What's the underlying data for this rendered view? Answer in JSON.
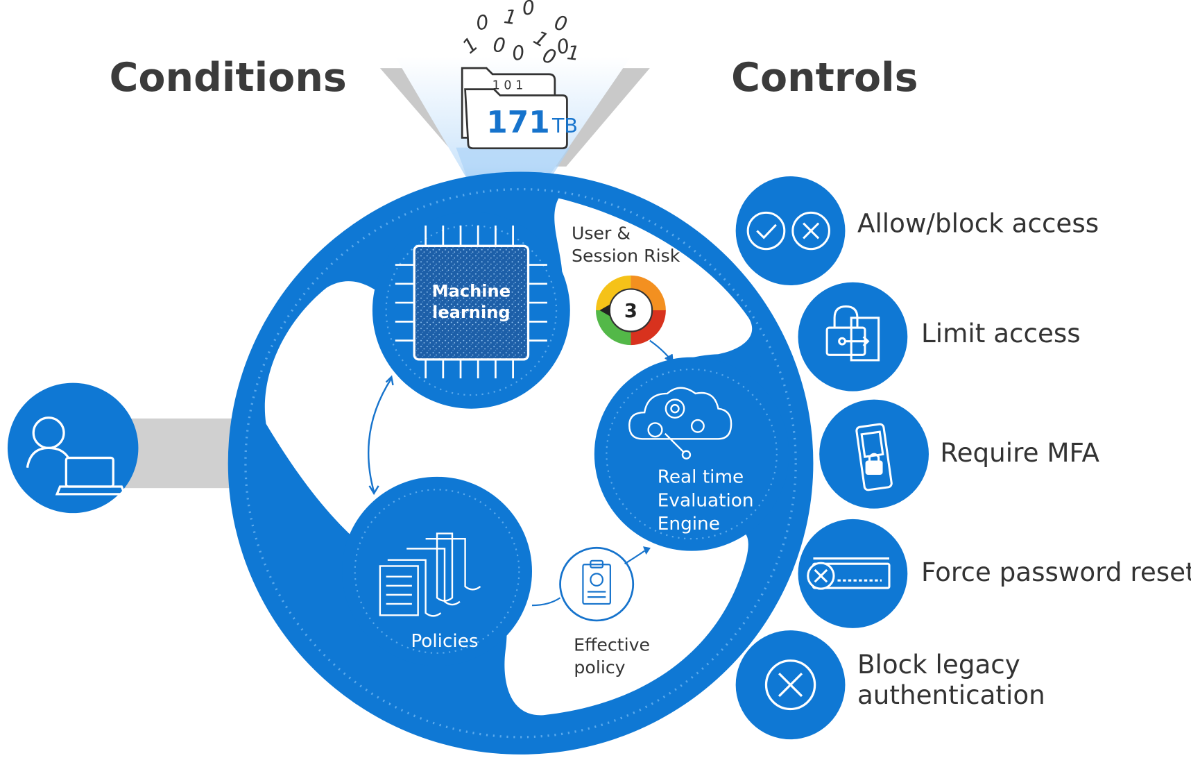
{
  "headings": {
    "conditions": "Conditions",
    "controls": "Controls"
  },
  "data_funnel": {
    "binary_digits": [
      "0",
      "1",
      "0",
      "0",
      "1",
      "0",
      "0",
      "0",
      "1",
      "0",
      "1"
    ],
    "folder_value": "171",
    "folder_unit": "TB",
    "folder_back_digits": "1 0 1"
  },
  "engine": {
    "machine_learning_line1": "Machine",
    "machine_learning_line2": "learning",
    "risk_label_line1": "User &",
    "risk_label_line2": "Session Risk",
    "risk_score": "3",
    "policies_label": "Policies",
    "effective_policy_line1": "Effective",
    "effective_policy_line2": "policy",
    "evaluation_line1": "Real time",
    "evaluation_line2": "Evaluation",
    "evaluation_line3": "Engine"
  },
  "controls": [
    {
      "label_line1": "Allow/block access",
      "label_line2": "",
      "icon": "check-and-x-icon"
    },
    {
      "label_line1": "Limit access",
      "label_line2": "",
      "icon": "lock-window-icon"
    },
    {
      "label_line1": "Require MFA",
      "label_line2": "",
      "icon": "phone-lock-icon"
    },
    {
      "label_line1": "Force password reset",
      "label_line2": "",
      "icon": "password-reset-icon"
    },
    {
      "label_line1": "Block legacy",
      "label_line2": "authentication",
      "icon": "x-circle-icon"
    }
  ],
  "user": {
    "icon": "user-laptop-icon"
  },
  "colors": {
    "primary_blue": "#0f78d4",
    "dark_blue": "#0a5fb0",
    "light_ring": "#5aa9ec",
    "funnel_gray": "#c9c9c9",
    "heading_text": "#3b3b3b",
    "risk_green": "#53b848",
    "risk_yellow": "#f5c218",
    "risk_orange": "#f39020",
    "risk_red": "#d8321e"
  }
}
